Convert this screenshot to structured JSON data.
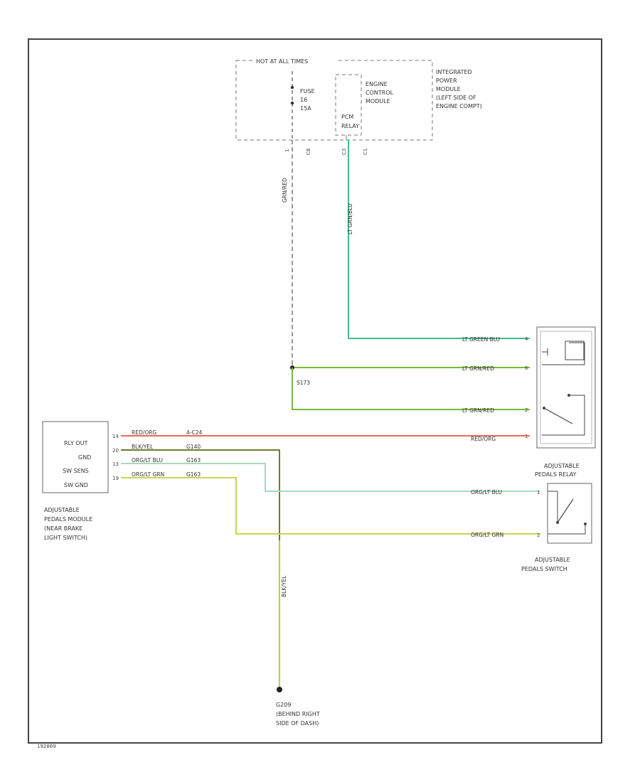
{
  "figure_id": "192869",
  "colors": {
    "lt_green_blu": "#3fbf8f",
    "lt_grn_red": "#78b83a",
    "red_org": "#e8695a",
    "blk_yel": "#6f7a2a",
    "org_lt_blu": "#a8d8c0",
    "org_lt_grn": "#c7d64a",
    "ground_wire": "#c8c83a"
  },
  "power_module": {
    "header": "HOT AT ALL TIMES",
    "fuse": [
      "FUSE",
      "16",
      "15A"
    ],
    "pcm_box": [
      "ENGINE",
      "CONTROL",
      "MODULE"
    ],
    "pcm_relay": [
      "PCM",
      "RELAY"
    ],
    "title": [
      "INTEGRATED",
      "POWER",
      "MODULE",
      "(LEFT SIDE OF",
      "ENGINE COMPT)"
    ],
    "pins": [
      "1",
      "C8",
      "C3",
      "C1"
    ]
  },
  "wires": {
    "grn_red_vertical": "GRN/RED",
    "lt_grn_blu_vertical": "LT GRN/BLU",
    "lt_green_blu": "LT GREEN BLU",
    "lt_grn_red_1": "LT GRN/RED",
    "lt_grn_red_2": "LT GRN/RED",
    "red_org": "RED/ORG",
    "org_lt_blu": "ORG/LT BLU",
    "org_lt_grn": "ORG/LT GRN",
    "blk_yel_vertical": "BLK/YEL",
    "splice": "S173",
    "relay_pins": [
      "4",
      "6",
      "2",
      "1"
    ],
    "switch_pins": [
      "1",
      "2"
    ]
  },
  "pedals_module": {
    "pins": [
      {
        "num": "14",
        "label": "RLY OUT",
        "wire": "RED/ORG",
        "circuit": "4-C24"
      },
      {
        "num": "20",
        "label": "GND",
        "wire": "BLK/YEL",
        "circuit": "G140"
      },
      {
        "num": "13",
        "label": "SW SENS",
        "wire": "ORG/LT BLU",
        "circuit": "G163"
      },
      {
        "num": "19",
        "label": "SW GND",
        "wire": "ORG/LT GRN",
        "circuit": "G163"
      }
    ],
    "title": [
      "ADJUSTABLE",
      "PEDALS MODULE",
      "(NEAR BRAKE",
      "LIGHT SWITCH)"
    ]
  },
  "relay": {
    "title": [
      "ADJUSTABLE",
      "PEDALS RELAY"
    ]
  },
  "switch": {
    "title": [
      "ADJUSTABLE",
      "PEDALS SWITCH"
    ]
  },
  "ground": {
    "id": "G209",
    "title": [
      "(BEHIND RIGHT",
      "SIDE OF DASH)"
    ]
  }
}
